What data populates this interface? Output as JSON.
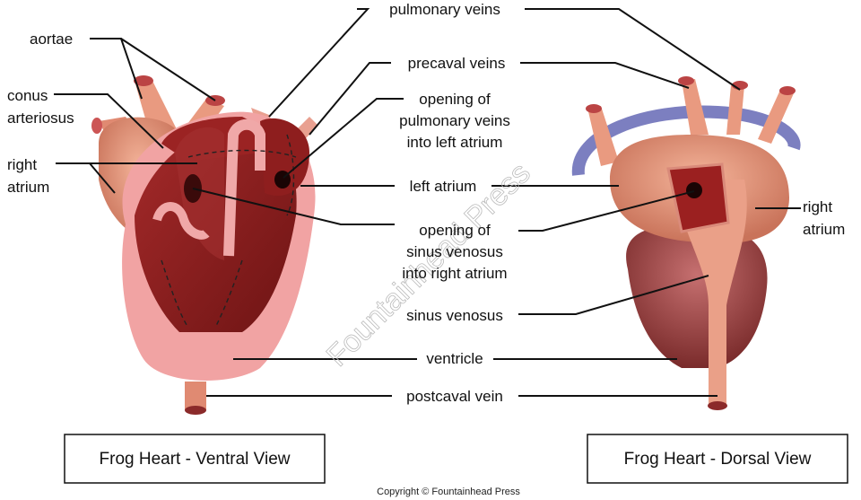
{
  "labels": {
    "pulmonary_veins": "pulmonary veins",
    "aortae": "aortae",
    "precaval_veins": "precaval veins",
    "opening_pulmonary": [
      "opening of",
      "pulmonary veins",
      "into left atrium"
    ],
    "conus_arteriosus": [
      "conus",
      "arteriosus"
    ],
    "right_atrium_left": [
      "right",
      "atrium"
    ],
    "left_atrium": "left atrium",
    "right_atrium_right": [
      "right",
      "atrium"
    ],
    "opening_sinus": [
      "opening of",
      "sinus venosus",
      "into right atrium"
    ],
    "sinus_venosus": "sinus venosus",
    "ventricle": "ventricle",
    "postcaval_vein": "postcaval vein"
  },
  "captions": {
    "ventral": "Frog Heart - Ventral View",
    "dorsal": "Frog Heart - Dorsal View"
  },
  "copyright": "Copyright © Fountainhead Press",
  "watermark": "Fountainhead Press",
  "colors": {
    "flesh": "#e9967a",
    "dark_red": "#8b1a1a",
    "pink": "#f2a6a6",
    "vein_blue": "#7c7fc0"
  }
}
